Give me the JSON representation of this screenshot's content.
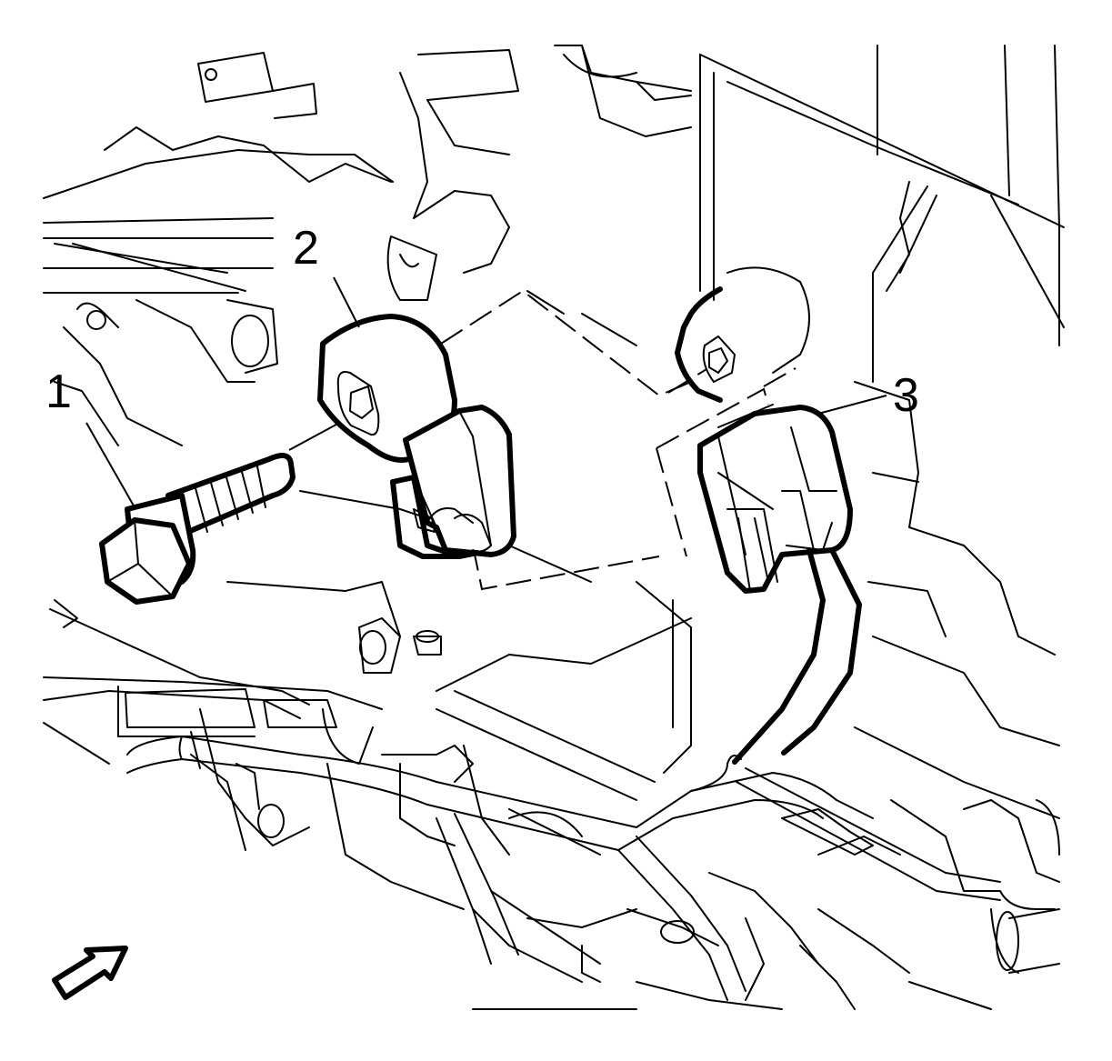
{
  "callouts": [
    {
      "id": "1",
      "label": "1"
    },
    {
      "id": "2",
      "label": "2"
    },
    {
      "id": "3",
      "label": "3"
    }
  ],
  "icons": {
    "view_direction": "view-direction-arrow-icon"
  },
  "colors": {
    "line": "#000000",
    "background": "#ffffff"
  }
}
